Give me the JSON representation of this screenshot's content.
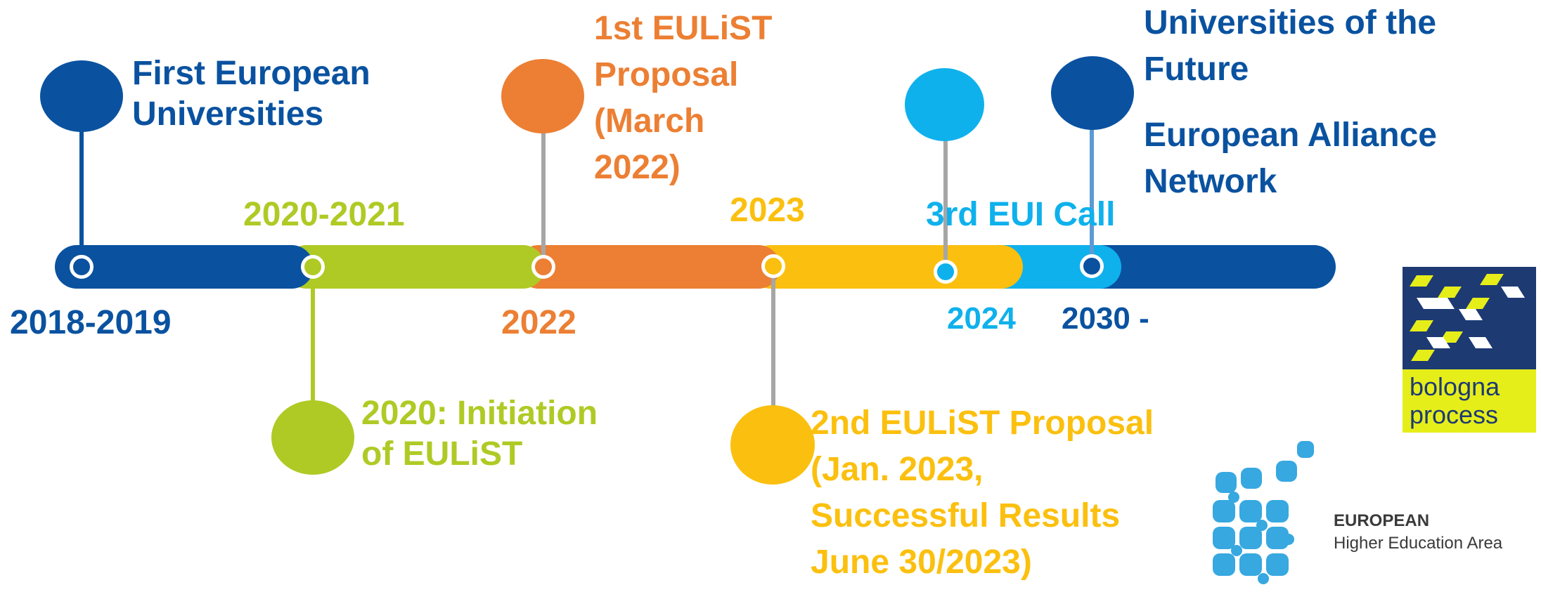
{
  "colors": {
    "dark_blue": "#0A52A0",
    "green": "#AFCA25",
    "orange": "#EC7F33",
    "yellow": "#FBC00F",
    "light_blue": "#0FB1EC",
    "grey_stem": "#A6A6A6",
    "puzzle_blue": "#37A8E0"
  },
  "timeline": {
    "years": {
      "y2018": "2018-2019",
      "y2020": "2020-2021",
      "y2022": "2022",
      "y2023": "2023",
      "y2024": "2024",
      "y2030": "2030 -"
    },
    "events": {
      "first_eu": "First European\nUniversities",
      "initiation": "2020: Initiation\nof EULiST",
      "first_proposal": "1st EULiST\nProposal\n(March\n2022)",
      "second_proposal": "2nd EULiST Proposal\n(Jan. 2023,\nSuccessful Results\nJune 30/2023)",
      "third_call": "3rd EUI Call",
      "future": "Universities of the\nFuture",
      "alliance": "European Alliance\nNetwork"
    }
  },
  "logos": {
    "bologna_line1": "bologna",
    "bologna_line2": "process",
    "ehea_line1": "EUROPEAN",
    "ehea_line2": "Higher Education Area"
  }
}
